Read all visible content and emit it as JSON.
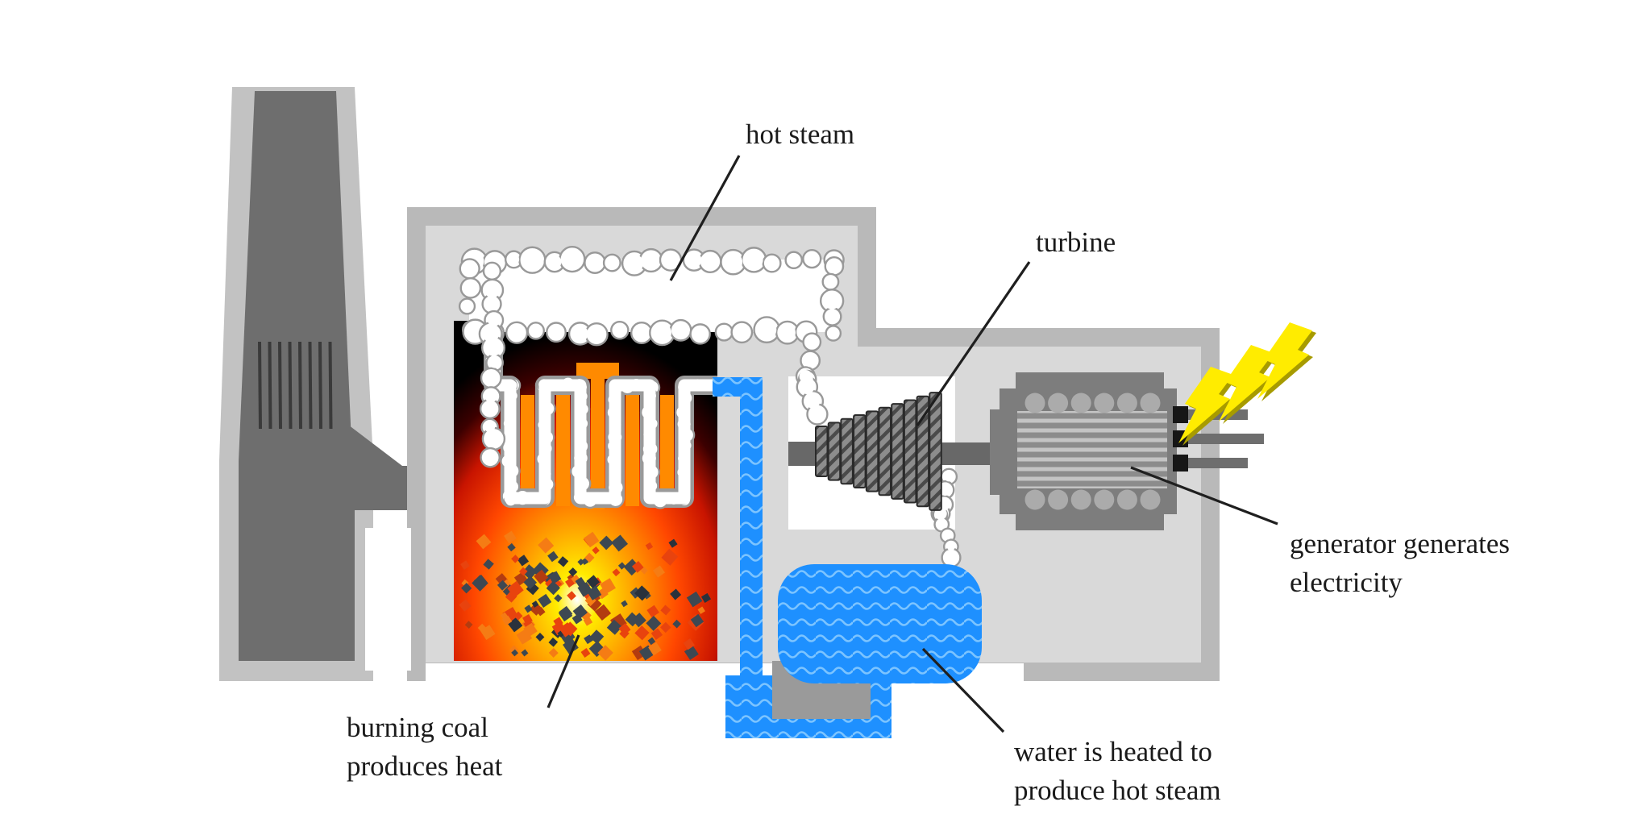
{
  "diagram": {
    "labels": {
      "hot_steam": {
        "lines": [
          "hot steam"
        ]
      },
      "turbine": {
        "lines": [
          "turbine"
        ]
      },
      "generator": {
        "lines": [
          "generator generates",
          "electricity"
        ]
      },
      "water": {
        "lines": [
          "water is heated to",
          "produce hot steam"
        ]
      },
      "coal": {
        "lines": [
          "burning coal",
          "produces heat"
        ]
      }
    },
    "colors": {
      "water_blue": "#1e90ff",
      "water_wave": "#7cc4ff",
      "lightning_yellow": "#ffec00",
      "lightning_shadow": "#a79b00",
      "fire_orange": "#ff8a00",
      "wall_outer_gray": "#b9b9b9",
      "wall_inner_gray": "#d9d9d9",
      "chimney_dark": "#6e6e6e",
      "steam_white": "#ffffff"
    }
  }
}
